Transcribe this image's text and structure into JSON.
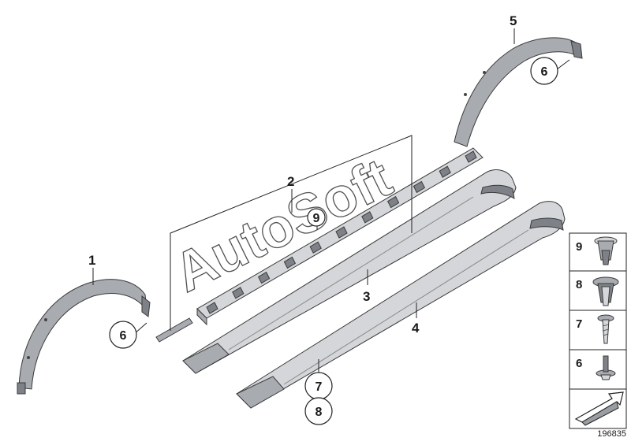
{
  "labels": {
    "part1": "1",
    "part2": "2",
    "part3": "3",
    "part4": "4",
    "part5": "5"
  },
  "callouts": {
    "c6_top": "6",
    "c9_mid": "9",
    "c6_left": "6",
    "c7_bottom": "7",
    "c8_bottom": "8"
  },
  "side_panel": {
    "items": [
      "9",
      "8",
      "7",
      "6"
    ]
  },
  "watermark": "AutoSoft",
  "diagram_code": "196835",
  "icons": {
    "arrow": "arrow-icon"
  }
}
